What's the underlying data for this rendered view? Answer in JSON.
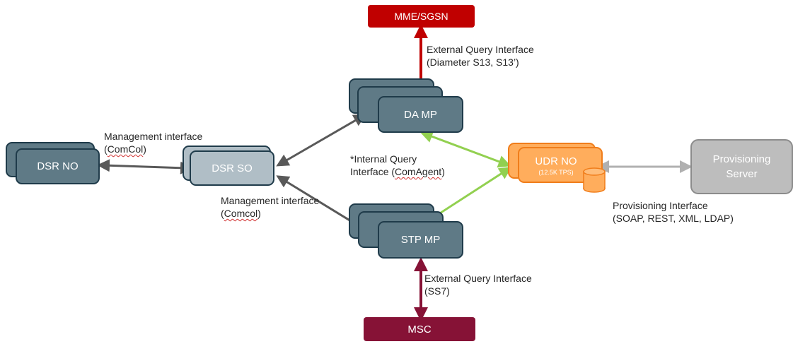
{
  "nodes": {
    "mme_sgsn": "MME/SGSN",
    "msc": "MSC",
    "dsr_no": "DSR NO",
    "dsr_so": "DSR SO",
    "da_mp": "DA MP",
    "stp_mp": "STP MP",
    "udr_no": "UDR NO",
    "udr_tps": "(12.5K TPS)",
    "provisioning_server_line1": "Provisioning",
    "provisioning_server_line2": "Server"
  },
  "labels": {
    "ext_query_top_line1": "External Query Interface",
    "ext_query_top_line2": "(Diameter S13, S13’)",
    "mgmt_top_line1": "Management interface",
    "mgmt_top_line2_prefix": "(",
    "mgmt_top_line2_word": "ComCol",
    "mgmt_top_line2_suffix": ")",
    "internal_line1": "*Internal Query",
    "internal_line2_prefix": "Interface (",
    "internal_line2_word": "ComAgent",
    "internal_line2_suffix": ")",
    "mgmt_bottom_line1": "Management interface",
    "mgmt_bottom_line2_prefix": "(",
    "mgmt_bottom_line2_word": "Comcol",
    "mgmt_bottom_line2_suffix": ")",
    "prov_line1": "Provisioning Interface",
    "prov_line2": "(SOAP, REST, XML, LDAP)",
    "ext_query_bottom_line1": "External Query Interface",
    "ext_query_bottom_line2": "(SS7)"
  },
  "colors": {
    "node_fill": "#5f7a86",
    "node_border": "#1f3b4a",
    "dsr_so_fill": "#b0bec6",
    "udr_fill": "#ffad5c",
    "udr_border": "#f07d1a",
    "server_fill": "#bdbdbd",
    "mme_fill": "#c00000",
    "msc_fill": "#861236",
    "arrow_dark": "#595959",
    "arrow_green": "#92d050",
    "arrow_red": "#c00000",
    "arrow_maroon": "#861236",
    "arrow_grey": "#b0b0b0"
  }
}
